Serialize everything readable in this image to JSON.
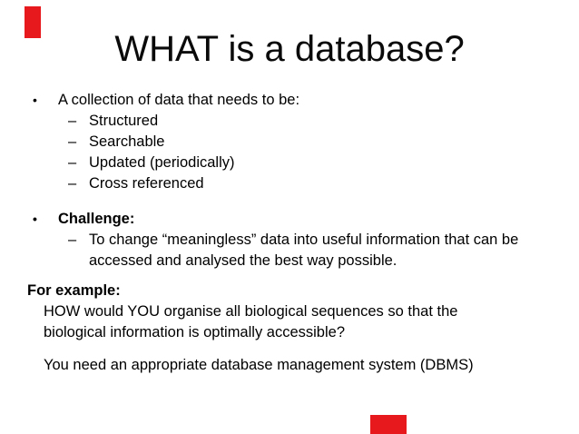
{
  "colors": {
    "background": "#ffffff",
    "text": "#000000",
    "annotation_red": "#e8191d"
  },
  "annotations": {
    "top_left_rect": {
      "color": "#e8191d"
    },
    "bottom_right_rect": {
      "color": "#e8191d"
    }
  },
  "slide": {
    "title": "WHAT is a database?",
    "bullet1_char": "•",
    "bullet2_char": "–",
    "blocks": [
      {
        "text": "A collection of data that needs to be:"
      },
      {
        "text": "Structured"
      },
      {
        "text": "Searchable"
      },
      {
        "text": "Updated (periodically)"
      },
      {
        "text": "Cross referenced"
      },
      {
        "text": "Challenge:"
      },
      {
        "line1": "To change “meaningless” data into useful information that can be",
        "line2": "accessed and analysed the best way possible."
      },
      {
        "text": "For example:"
      },
      {
        "line1": "HOW would YOU organise all biological sequences so that the",
        "line2": "biological information is optimally accessible?"
      },
      {
        "text": "You need an appropriate database management system (DBMS)"
      }
    ]
  }
}
